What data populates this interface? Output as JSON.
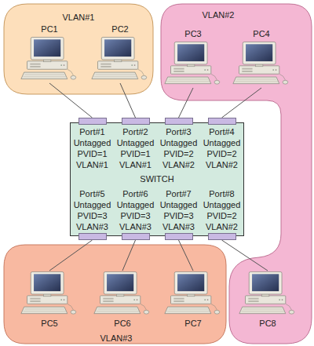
{
  "diagram": {
    "nodes": [
      {
        "text": [
          "VLAN#1"
        ]
      },
      {
        "text": [
          "PC1"
        ],
        "in": 0
      },
      {
        "text": [
          "PC2"
        ],
        "in": 0
      },
      {
        "text": [
          "VLAN#2"
        ]
      },
      {
        "text": [
          "PC3"
        ],
        "in": 3
      },
      {
        "text": [
          "PC4"
        ],
        "in": 3
      },
      {
        "text": [
          "SWITCH"
        ]
      },
      {
        "text": [
          "Port#1 Untagged PVID=1 VLAN#1"
        ],
        "in": 6
      },
      {
        "text": [
          "Port#2 Untagged PVID=1 VLAN#1"
        ],
        "in": 6
      },
      {
        "text": [
          "Port#3 Untagged PVID=2 VLAN#2"
        ],
        "in": 6
      },
      {
        "text": [
          "Port#4 Untagged PVID=2 VLAN#2"
        ],
        "in": 6
      },
      {
        "text": [
          "Port#5 Untagged PVID=3 VLAN#3"
        ],
        "in": 6
      },
      {
        "text": [
          "Port#6 Untagged PVID=3 VLAN#3"
        ],
        "in": 6
      },
      {
        "text": [
          "Port#7 Untagged PVID=3 VLAN#3"
        ],
        "in": 6
      },
      {
        "text": [
          "Port#8 Untagged PVID=2 VLAN#2"
        ],
        "in": 6
      },
      {
        "text": [
          "VLAN#3"
        ]
      },
      {
        "text": [
          "PC5"
        ],
        "in": 15
      },
      {
        "text": [
          "PC6"
        ],
        "in": 15
      },
      {
        "text": [
          "PC7"
        ],
        "in": 15
      },
      {
        "text": [
          "PC8"
        ],
        "in": 3
      }
    ],
    "edges": [
      {
        "from": 7,
        "to": 1,
        "arrow": "none"
      },
      {
        "from": 8,
        "to": 2,
        "arrow": "none"
      },
      {
        "from": 9,
        "to": 4,
        "arrow": "none"
      },
      {
        "from": 10,
        "to": 5,
        "arrow": "none"
      },
      {
        "from": 11,
        "to": 16,
        "arrow": "none"
      },
      {
        "from": 12,
        "to": 17,
        "arrow": "none"
      },
      {
        "from": 13,
        "to": 18,
        "arrow": "none"
      },
      {
        "from": 14,
        "to": 19,
        "arrow": "none"
      }
    ]
  }
}
